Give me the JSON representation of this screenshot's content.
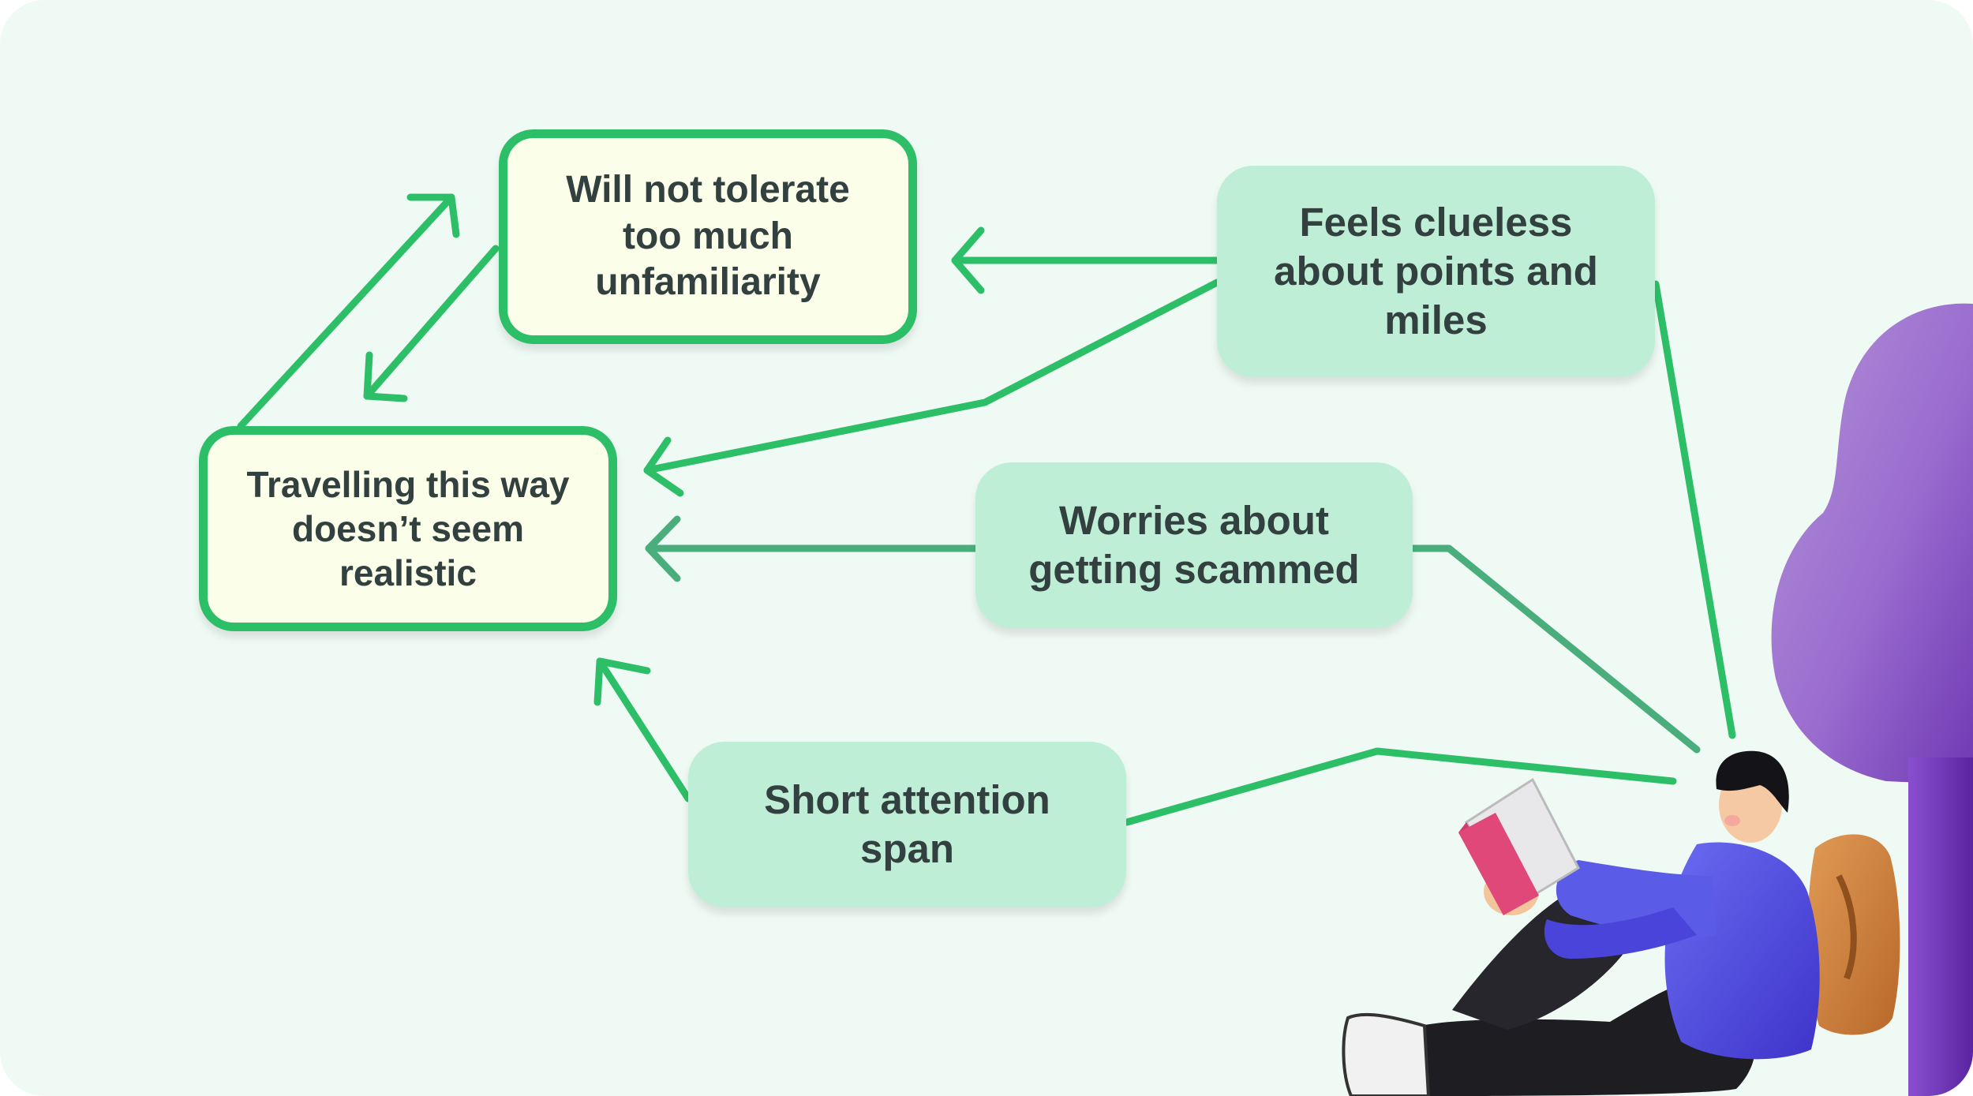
{
  "diagram": {
    "nodes": [
      {
        "id": "will-not-tolerate",
        "text": "Will not tolerate\ntoo much\nunfamiliarity"
      },
      {
        "id": "travelling-realistic",
        "text": "Travelling this way\ndoesn’t seem\nrealistic"
      },
      {
        "id": "feels-clueless",
        "text": "Feels clueless\nabout points and\nmiles"
      },
      {
        "id": "worries-scammed",
        "text": "Worries about\ngetting scammed"
      },
      {
        "id": "short-attention",
        "text": "Short attention\nspan"
      }
    ],
    "edges": [
      {
        "from": "travelling-realistic",
        "to": "will-not-tolerate"
      },
      {
        "from": "will-not-tolerate",
        "to": "travelling-realistic"
      },
      {
        "from": "feels-clueless",
        "to": "will-not-tolerate"
      },
      {
        "from": "feels-clueless",
        "to": "travelling-realistic"
      },
      {
        "from": "worries-scammed",
        "to": "travelling-realistic"
      },
      {
        "from": "short-attention",
        "to": "travelling-realistic"
      },
      {
        "from": "person-illustration",
        "to": "feels-clueless"
      },
      {
        "from": "person-illustration",
        "to": "worries-scammed"
      },
      {
        "from": "person-illustration",
        "to": "short-attention"
      }
    ],
    "colors": {
      "background": "#f0faf4",
      "arrow": "#2dbf67",
      "arrow_muted": "#4aae7c",
      "outline_border": "#2dbf67",
      "outline_fill": "#fbfee9",
      "filled_box": "#bfeed6",
      "text": "#334040"
    }
  },
  "illustration": {
    "icon": "person-reading-under-tree-illustration"
  }
}
